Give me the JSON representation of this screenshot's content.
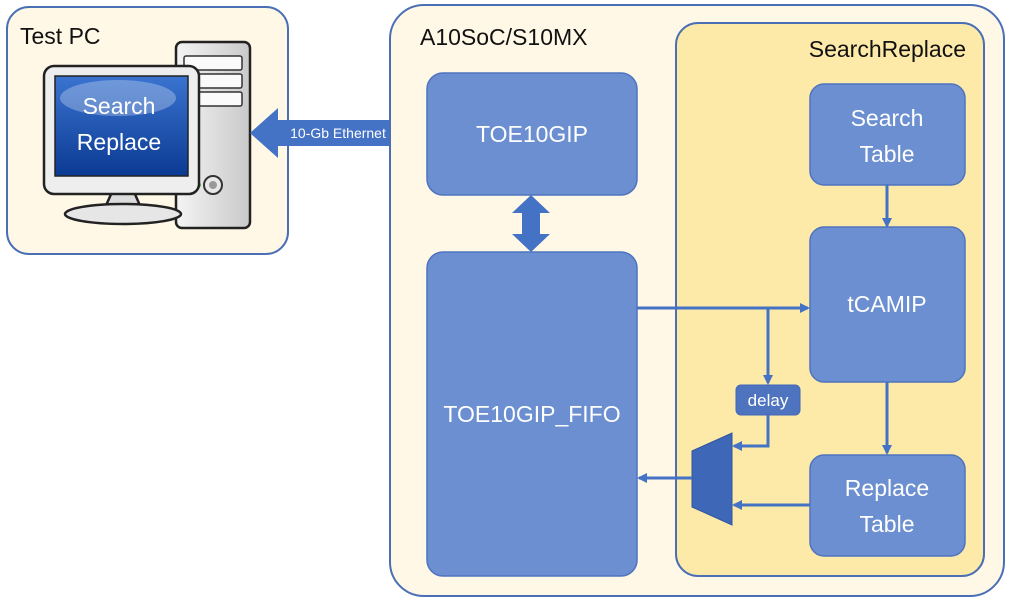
{
  "test_pc": {
    "title": "Test PC",
    "screen_line1": "Search",
    "screen_line2": "Replace"
  },
  "ethernet": {
    "label": "10-Gb Ethernet"
  },
  "fpga": {
    "title": "A10SoC/S10MX",
    "toe": "TOE10GIP",
    "fifo": "TOE10GIP_FIFO"
  },
  "search_replace": {
    "title": "SearchReplace",
    "search_line1": "Search",
    "search_line2": "Table",
    "tcam": "tCAMIP",
    "replace_line1": "Replace",
    "replace_line2": "Table",
    "delay": "delay"
  },
  "colors": {
    "outer_fill": "#fff8e6",
    "outer_stroke": "#4a6fb5",
    "inner_fill": "#fde9a8",
    "block_fill": "#6b8fd0",
    "block_dark": "#4f74bf",
    "arrow": "#4472c4",
    "mux": "#3f67b8"
  }
}
